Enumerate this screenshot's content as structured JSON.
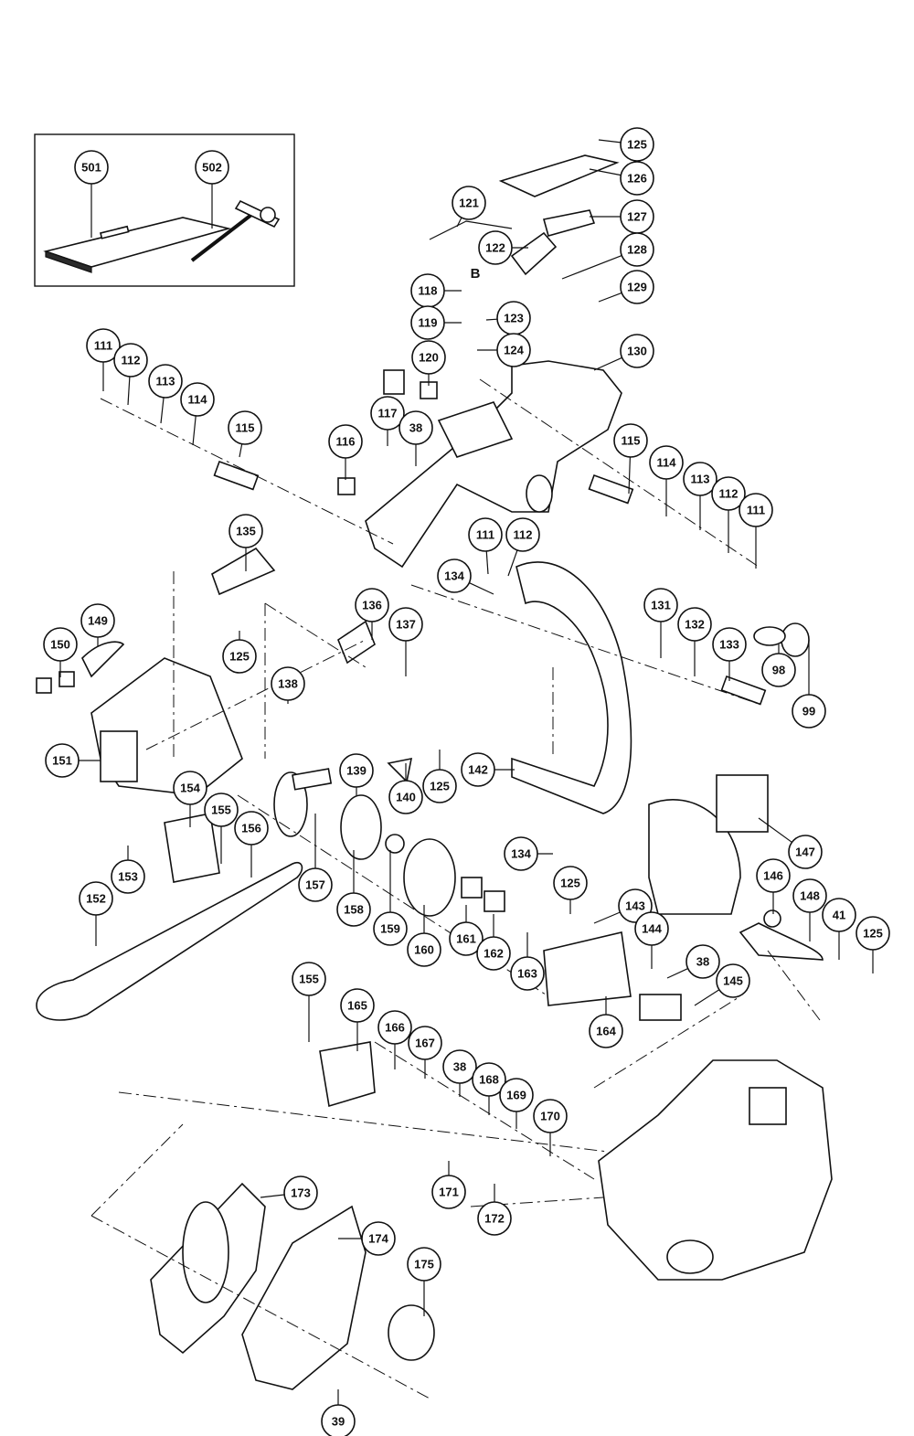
{
  "diagram": {
    "view_label": "B",
    "accessory_callouts": [
      "501",
      "502"
    ],
    "callouts": [
      {
        "id": "c125a",
        "text": "125"
      },
      {
        "id": "c126",
        "text": "126"
      },
      {
        "id": "c121",
        "text": "121"
      },
      {
        "id": "c127",
        "text": "127"
      },
      {
        "id": "c122",
        "text": "122"
      },
      {
        "id": "c128",
        "text": "128"
      },
      {
        "id": "c118",
        "text": "118"
      },
      {
        "id": "c129",
        "text": "129"
      },
      {
        "id": "c119",
        "text": "119"
      },
      {
        "id": "c123",
        "text": "123"
      },
      {
        "id": "c130",
        "text": "130"
      },
      {
        "id": "c124",
        "text": "124"
      },
      {
        "id": "c111a",
        "text": "111"
      },
      {
        "id": "c112a",
        "text": "112"
      },
      {
        "id": "c120",
        "text": "120"
      },
      {
        "id": "c113a",
        "text": "113"
      },
      {
        "id": "c114a",
        "text": "114"
      },
      {
        "id": "c117",
        "text": "117"
      },
      {
        "id": "c38a",
        "text": "38"
      },
      {
        "id": "c115a",
        "text": "115"
      },
      {
        "id": "c116",
        "text": "116"
      },
      {
        "id": "c115b",
        "text": "115"
      },
      {
        "id": "c114b",
        "text": "114"
      },
      {
        "id": "c113b",
        "text": "113"
      },
      {
        "id": "c112b",
        "text": "112"
      },
      {
        "id": "c111b",
        "text": "111"
      },
      {
        "id": "c111c",
        "text": "111"
      },
      {
        "id": "c112c",
        "text": "112"
      },
      {
        "id": "c135",
        "text": "135"
      },
      {
        "id": "c134a",
        "text": "134"
      },
      {
        "id": "c149",
        "text": "149"
      },
      {
        "id": "c150",
        "text": "150"
      },
      {
        "id": "c125b",
        "text": "125"
      },
      {
        "id": "c136",
        "text": "136"
      },
      {
        "id": "c137",
        "text": "137"
      },
      {
        "id": "c131",
        "text": "131"
      },
      {
        "id": "c132",
        "text": "132"
      },
      {
        "id": "c133",
        "text": "133"
      },
      {
        "id": "c98",
        "text": "98"
      },
      {
        "id": "c138",
        "text": "138"
      },
      {
        "id": "c99",
        "text": "99"
      },
      {
        "id": "c151",
        "text": "151"
      },
      {
        "id": "c139",
        "text": "139"
      },
      {
        "id": "c140",
        "text": "140"
      },
      {
        "id": "c125c",
        "text": "125"
      },
      {
        "id": "c142",
        "text": "142"
      },
      {
        "id": "c154",
        "text": "154"
      },
      {
        "id": "c155a",
        "text": "155"
      },
      {
        "id": "c156",
        "text": "156"
      },
      {
        "id": "c147",
        "text": "147"
      },
      {
        "id": "c134b",
        "text": "134"
      },
      {
        "id": "c153",
        "text": "153"
      },
      {
        "id": "c157",
        "text": "157"
      },
      {
        "id": "c146",
        "text": "146"
      },
      {
        "id": "c148",
        "text": "148"
      },
      {
        "id": "c125d",
        "text": "125"
      },
      {
        "id": "c152",
        "text": "152"
      },
      {
        "id": "c158",
        "text": "158"
      },
      {
        "id": "c143",
        "text": "143"
      },
      {
        "id": "c41",
        "text": "41"
      },
      {
        "id": "c125e",
        "text": "125"
      },
      {
        "id": "c159",
        "text": "159"
      },
      {
        "id": "c144",
        "text": "144"
      },
      {
        "id": "c160",
        "text": "160"
      },
      {
        "id": "c161",
        "text": "161"
      },
      {
        "id": "c162",
        "text": "162"
      },
      {
        "id": "c38b",
        "text": "38"
      },
      {
        "id": "c163",
        "text": "163"
      },
      {
        "id": "c145",
        "text": "145"
      },
      {
        "id": "c155b",
        "text": "155"
      },
      {
        "id": "c165",
        "text": "165"
      },
      {
        "id": "c164",
        "text": "164"
      },
      {
        "id": "c166",
        "text": "166"
      },
      {
        "id": "c167",
        "text": "167"
      },
      {
        "id": "c38c",
        "text": "38"
      },
      {
        "id": "c168",
        "text": "168"
      },
      {
        "id": "c169",
        "text": "169"
      },
      {
        "id": "c170",
        "text": "170"
      },
      {
        "id": "c173",
        "text": "173"
      },
      {
        "id": "c171",
        "text": "171"
      },
      {
        "id": "c172",
        "text": "172"
      },
      {
        "id": "c174",
        "text": "174"
      },
      {
        "id": "c175",
        "text": "175"
      },
      {
        "id": "c39",
        "text": "39"
      }
    ]
  }
}
